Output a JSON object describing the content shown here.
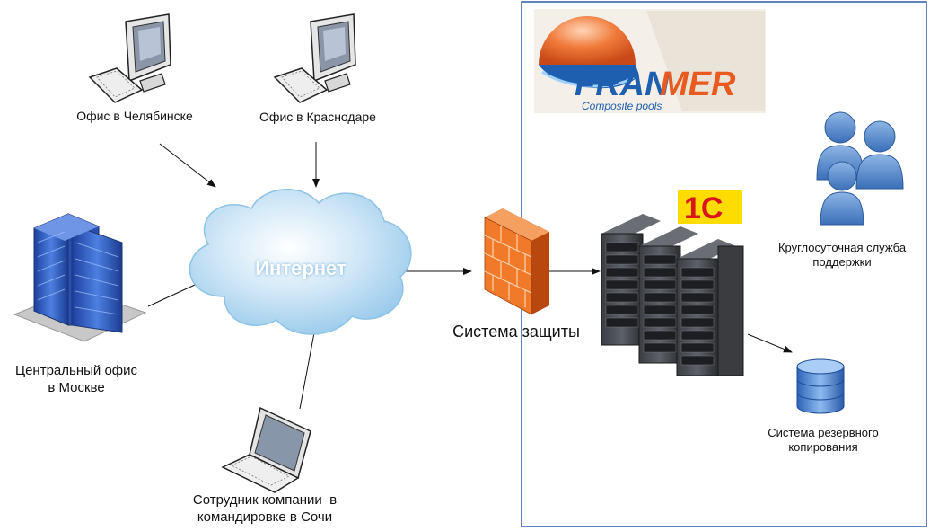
{
  "nodes": {
    "office_chelyabinsk": "Офис в Челябинске",
    "office_krasnodar": "Офис в Краснодаре",
    "internet": "Интернет",
    "moscow_office_line1": "Центральный офис",
    "moscow_office_line2": "в Москве",
    "employee_line1": "Сотрудник компании  в",
    "employee_line2": "командировке в Сочи",
    "security_system": "Система защиты",
    "support_line1": "Круглосуточная служба",
    "support_line2": "поддержки",
    "backup_line1": "Система резервного",
    "backup_line2": "копирования"
  },
  "logos": {
    "franmer_part1": "FRAN",
    "franmer_part2": "MER",
    "franmer_tagline": "Composite pools",
    "onec": "1С"
  },
  "colors": {
    "frame_border": "#2e5aa8",
    "cloud": "#b9daf0",
    "firewall": "#f07a2a",
    "franmer_blue": "#1f5fb0",
    "franmer_red": "#e85a20",
    "onec_red": "#d9161c",
    "onec_yellow": "#ffdc00"
  }
}
